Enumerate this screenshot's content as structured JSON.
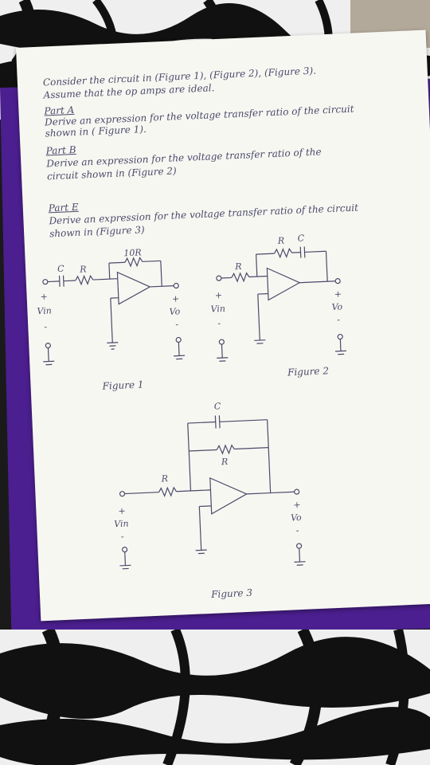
{
  "notes": {
    "line1": "Consider the circuit in (Figure 1), (Figure 2), (Figure 3).",
    "line2": "Assume that the op amps are ideal.",
    "partA_heading": "Part A",
    "partA_line1": "Derive an expression for the voltage transfer ratio of the circuit",
    "partA_line2": "shown in ( Figure 1).",
    "partB_heading": "Part B",
    "partB_line1": "Derive an expression for the voltage transfer ratio of the",
    "partB_line2": "circuit shown in (Figure 2)",
    "partE_heading": "Part E",
    "partE_line1": "Derive an expression for the voltage transfer ratio of the circuit",
    "partE_line2": "shown in (Figure 3)"
  },
  "figure1": {
    "caption": "Figure 1",
    "labels": {
      "c": "C",
      "r": "R",
      "r10": "10R",
      "vin": "Vin",
      "vo": "Vo",
      "plus": "+",
      "minus": "-"
    }
  },
  "figure2": {
    "caption": "Figure 2",
    "labels": {
      "r_in": "R",
      "r_fb": "R",
      "c_fb": "C",
      "vin": "Vin",
      "vo": "Vo",
      "plus": "+",
      "minus": "-"
    }
  },
  "figure3": {
    "caption": "Figure 3",
    "labels": {
      "c": "C",
      "r_fb": "R",
      "r_in": "R",
      "vin": "Vin",
      "vo": "Vo",
      "plus": "+",
      "minus": "-"
    }
  },
  "colors": {
    "ink": "#4a4a6a",
    "paper": "#f7f7f2",
    "binder": "#4b1f8f",
    "zebra": "#111111"
  }
}
